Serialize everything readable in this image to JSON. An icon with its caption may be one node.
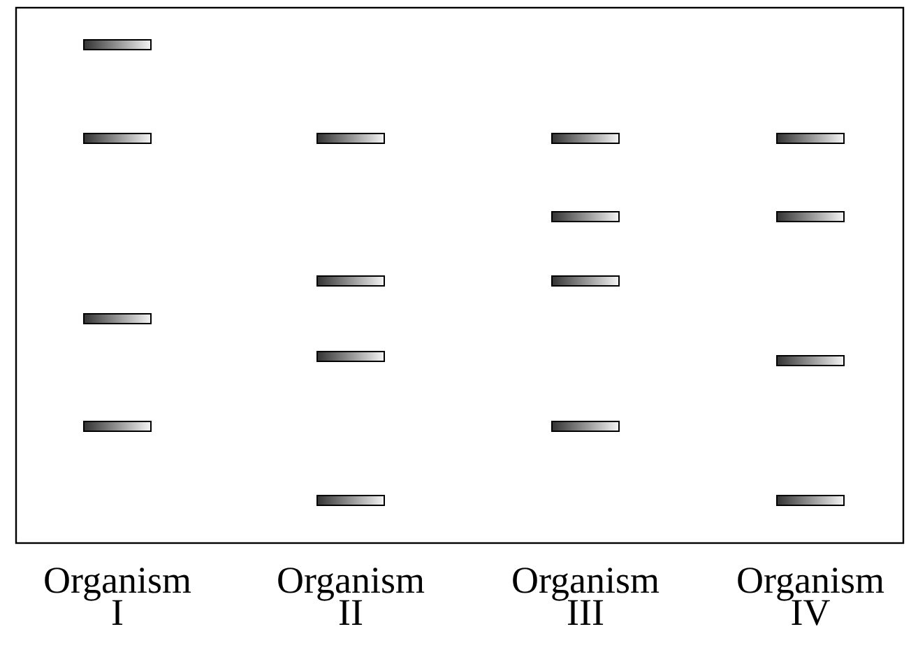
{
  "diagram": {
    "labels": [
      "Organism I",
      "Organism II",
      "Organism III",
      "Organism IV"
    ]
  }
}
